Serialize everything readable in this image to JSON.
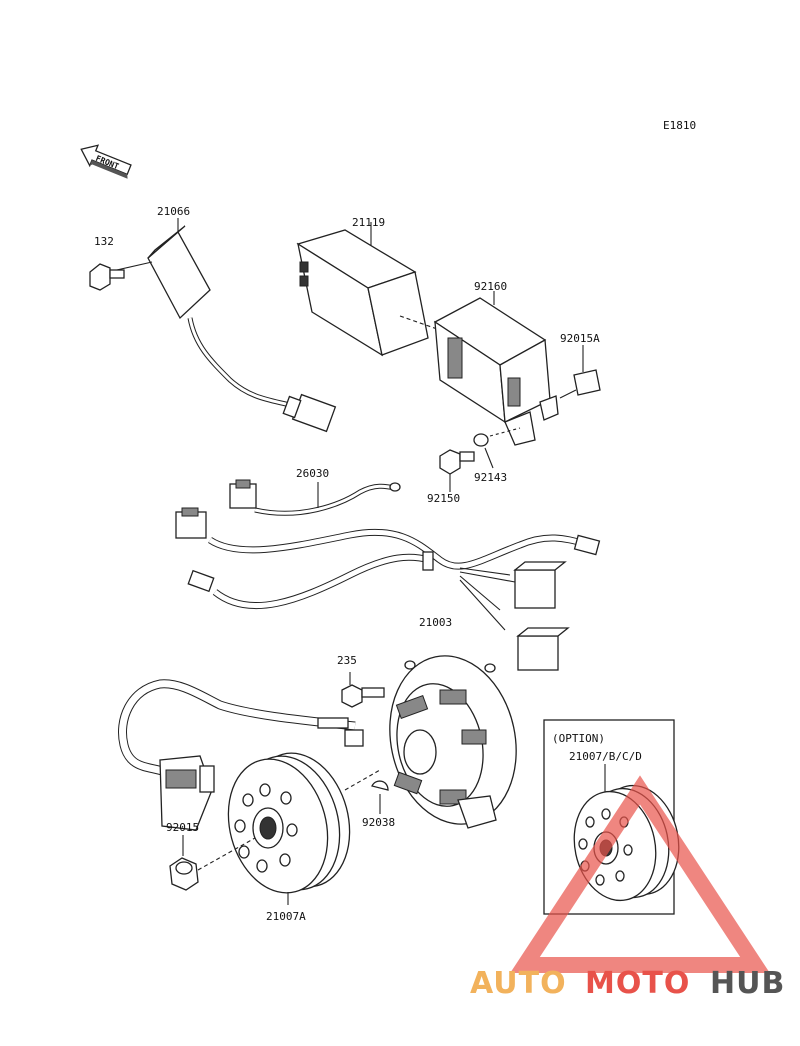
{
  "diagram_code": "E1810",
  "front_label": "FRONT",
  "parts": {
    "p21066": "21066",
    "p132": "132",
    "p21119": "21119",
    "p92160": "92160",
    "p92015A": "92015A",
    "p92143": "92143",
    "p92150": "92150",
    "p26030": "26030",
    "p21003": "21003",
    "p235": "235",
    "p92015": "92015",
    "p92038": "92038",
    "p21007A": "21007A",
    "p21007BCD": "21007/B/C/D"
  },
  "option_label": "(OPTION)",
  "watermark": {
    "part1": "AUTO",
    "part2": "MOTO",
    "part3": "HUB",
    "color1": "#f2b25c",
    "color2": "#e8524a",
    "color3": "#555555"
  }
}
